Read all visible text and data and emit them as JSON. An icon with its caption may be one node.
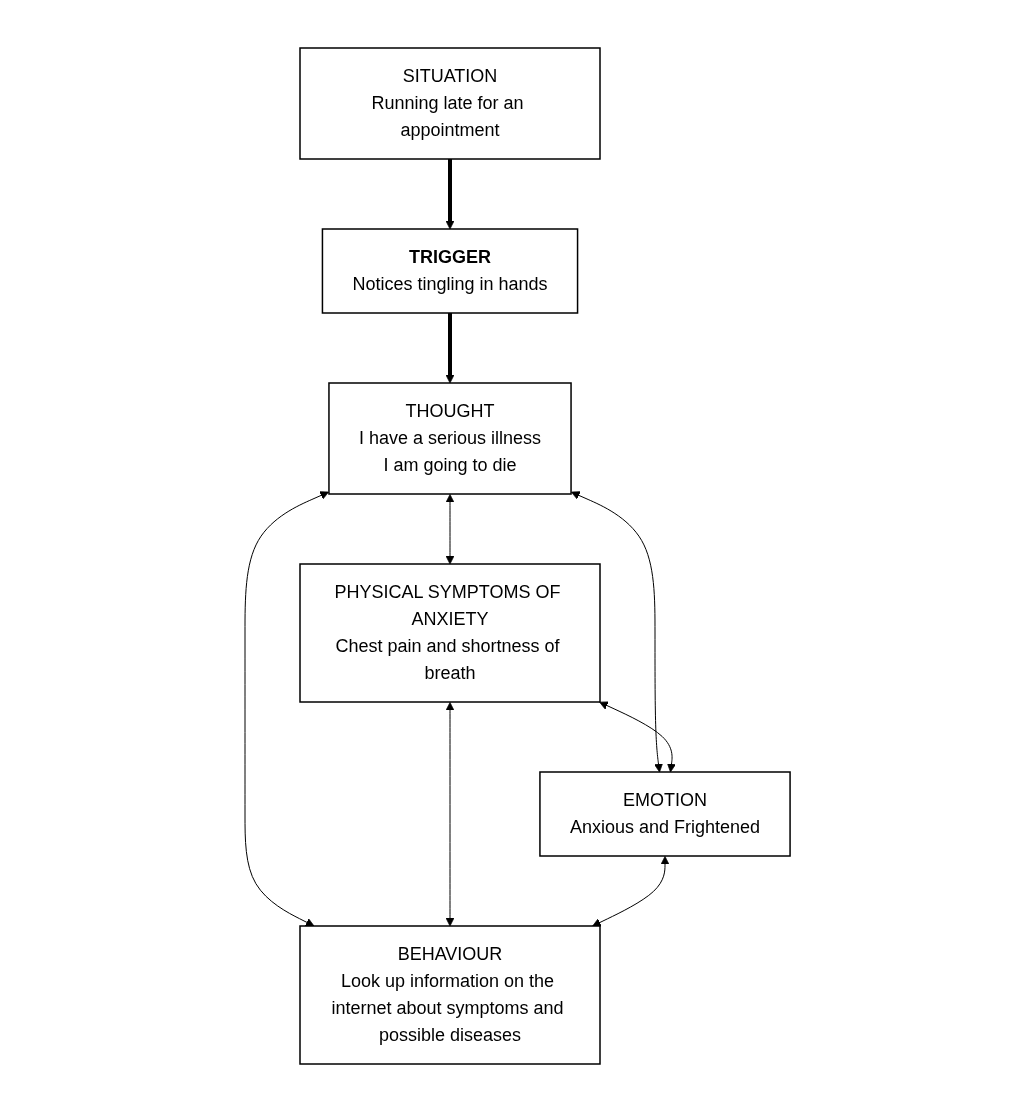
{
  "diagram": {
    "nodes": [
      {
        "text": [
          "SITUATION",
          "Running late for an appointment"
        ]
      },
      {
        "text": [
          "TRIGGER",
          "Notices tingling in hands"
        ]
      },
      {
        "text": [
          "THOUGHT",
          "I have a serious illness",
          "I am going to die"
        ]
      },
      {
        "text": [
          "PHYSICAL SYMPTOMS OF ANXIETY",
          "Chest pain and shortness of breath"
        ]
      },
      {
        "text": [
          "EMOTION",
          "Anxious and Frightened"
        ]
      },
      {
        "text": [
          "BEHAVIOUR",
          "Look up information on the internet about symptoms and possible diseases"
        ]
      }
    ],
    "edges": [
      {
        "from": 0,
        "to": 1,
        "arrow": "to",
        "style": "thick"
      },
      {
        "from": 1,
        "to": 2,
        "arrow": "to",
        "style": "thick"
      },
      {
        "from": 2,
        "to": 3,
        "arrow": "both"
      },
      {
        "from": 2,
        "to": 4,
        "arrow": "both"
      },
      {
        "from": 2,
        "to": 5,
        "arrow": "both"
      },
      {
        "from": 3,
        "to": 4,
        "arrow": "both"
      },
      {
        "from": 3,
        "to": 5,
        "arrow": "both"
      },
      {
        "from": 4,
        "to": 5,
        "arrow": "both"
      }
    ]
  }
}
